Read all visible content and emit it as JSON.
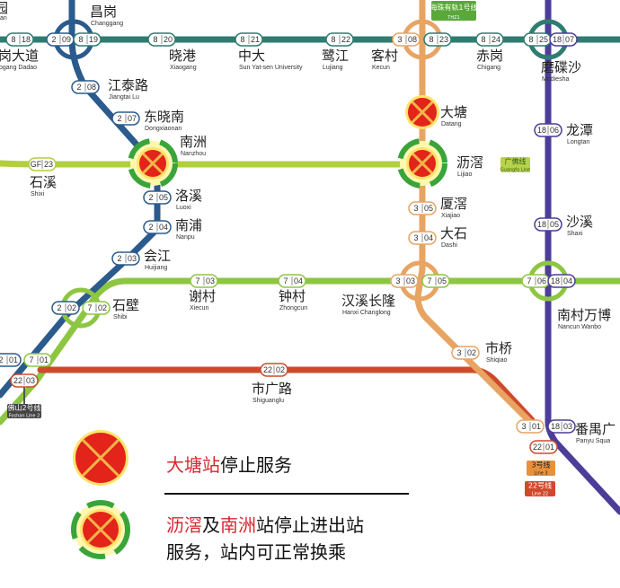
{
  "colors": {
    "line2": "#2b5b8c",
    "line3": "#e8a463",
    "line7": "#8dc641",
    "line8": "#2f7c70",
    "line18": "#4b3d98",
    "line22": "#cf4a2c",
    "guangfo": "#b2cf3c",
    "closed": "#e3241b",
    "closed_x": "#f0b64a",
    "transfer_arrow": "#3aa43a"
  },
  "clipped_top_left": {
    "cn": "园",
    "en": "an"
  },
  "stations": [
    {
      "cn": "昌岗",
      "en": "Changgang"
    },
    {
      "cn": "岗大道",
      "en": "ogang Dadao"
    },
    {
      "cn": "晓港",
      "en": "Xiaogang"
    },
    {
      "cn": "中大",
      "en": "Sun Yat-sen University"
    },
    {
      "cn": "鹭江",
      "en": "Lujiang"
    },
    {
      "cn": "客村",
      "en": "Kecun"
    },
    {
      "cn": "赤岗",
      "en": "Chigang"
    },
    {
      "cn": "磨碟沙",
      "en": "Modiesha"
    },
    {
      "cn": "江泰路",
      "en": "Jiangtai Lu"
    },
    {
      "cn": "东晓南",
      "en": "Dongxiaonan"
    },
    {
      "cn": "南洲",
      "en": "Nanzhou"
    },
    {
      "cn": "石溪",
      "en": "Shixi"
    },
    {
      "cn": "洛溪",
      "en": "Luoxi"
    },
    {
      "cn": "南浦",
      "en": "Nanpu"
    },
    {
      "cn": "会江",
      "en": "Huijiang"
    },
    {
      "cn": "石壁",
      "en": "Shibi"
    },
    {
      "cn": "谢村",
      "en": "Xiecun"
    },
    {
      "cn": "钟村",
      "en": "Zhongcun"
    },
    {
      "cn": "汉溪长隆",
      "en": "Hanxi Changlong"
    },
    {
      "cn": "市桥",
      "en": "Shiqiao"
    },
    {
      "cn": "市广路",
      "en": "Shiguanglu"
    },
    {
      "cn": "大塘",
      "en": "Datang"
    },
    {
      "cn": "沥滘",
      "en": "Lijiao"
    },
    {
      "cn": "厦滘",
      "en": "Xiajiao"
    },
    {
      "cn": "大石",
      "en": "Dashi"
    },
    {
      "cn": "龙潭",
      "en": "Longtan"
    },
    {
      "cn": "沙溪",
      "en": "Shaxi"
    },
    {
      "cn": "南村万博",
      "en": "Nancun Wanbo"
    },
    {
      "cn": "番禺广",
      "en": "Panyu Squa"
    }
  ],
  "badges": [
    {
      "line": "8",
      "num": "18"
    },
    {
      "line": "2",
      "num": "09"
    },
    {
      "line": "8",
      "num": "19"
    },
    {
      "line": "8",
      "num": "20"
    },
    {
      "line": "8",
      "num": "21"
    },
    {
      "line": "8",
      "num": "22"
    },
    {
      "line": "3",
      "num": "08"
    },
    {
      "line": "8",
      "num": "23"
    },
    {
      "line": "8",
      "num": "24"
    },
    {
      "line": "8",
      "num": "25"
    },
    {
      "line": "18",
      "num": "07"
    },
    {
      "line": "2",
      "num": "08"
    },
    {
      "line": "2",
      "num": "07"
    },
    {
      "line": "GF",
      "num": "23"
    },
    {
      "line": "2",
      "num": "05"
    },
    {
      "line": "2",
      "num": "04"
    },
    {
      "line": "2",
      "num": "03"
    },
    {
      "line": "2",
      "num": "02"
    },
    {
      "line": "7",
      "num": "02"
    },
    {
      "line": "7",
      "num": "03"
    },
    {
      "line": "7",
      "num": "04"
    },
    {
      "line": "3",
      "num": "03"
    },
    {
      "line": "7",
      "num": "05"
    },
    {
      "line": "7",
      "num": "06"
    },
    {
      "line": "18",
      "num": "04"
    },
    {
      "line": "18",
      "num": "06"
    },
    {
      "line": "18",
      "num": "05"
    },
    {
      "line": "3",
      "num": "05"
    },
    {
      "line": "3",
      "num": "04"
    },
    {
      "line": "3",
      "num": "02"
    },
    {
      "line": "3",
      "num": "01"
    },
    {
      "line": "18",
      "num": "03"
    },
    {
      "line": "22",
      "num": "01"
    },
    {
      "line": "22",
      "num": "02"
    },
    {
      "line": "2",
      "num": "01"
    },
    {
      "line": "7",
      "num": "01"
    },
    {
      "line": "22",
      "num": "03"
    }
  ],
  "line_tags": {
    "thz1": {
      "cn": "海珠有轨1号线",
      "en": "THZ1"
    },
    "guangfo": {
      "cn": "广佛线",
      "en": "Guangfo Line"
    },
    "foshan2": {
      "cn": "佛山2号线",
      "en": "Foshan Line 2"
    },
    "line3": {
      "cn": "3号线",
      "en": "Line 3"
    },
    "line22": {
      "cn": "22号线",
      "en": "Line 22"
    }
  },
  "legend": {
    "closed": {
      "highlight": "大塘站",
      "rest": "停止服务"
    },
    "transfer_only": {
      "h1": "沥滘",
      "t1": "及",
      "h2": "南洲",
      "t2": "站停止进出站",
      "line2": "服务，站内可正常换乘"
    }
  }
}
